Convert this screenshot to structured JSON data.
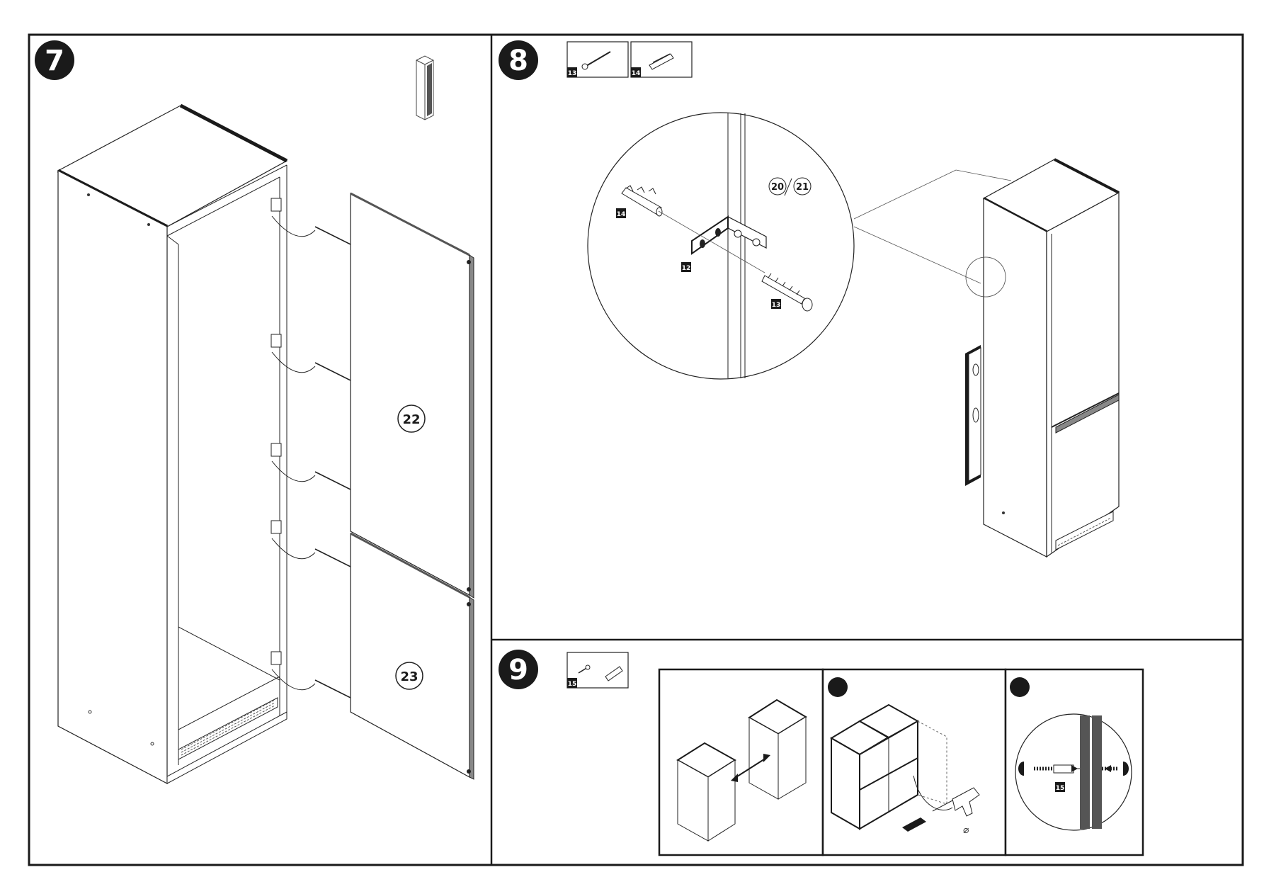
{
  "steps": [
    {
      "number": "7",
      "door_labels": [
        "22",
        "23"
      ]
    },
    {
      "number": "8",
      "parts": [
        "13",
        "14"
      ],
      "detail_labels": {
        "dowel": "14",
        "bracket": "12",
        "screw": "13",
        "panel_a": "20",
        "panel_b": "21"
      }
    },
    {
      "number": "9",
      "parts": [
        "15"
      ],
      "detail_label": "15"
    }
  ],
  "colors": {
    "ink": "#1a1a1a",
    "paper": "#ffffff",
    "grey": "#8a8a8a"
  },
  "icons": [
    "screw-icon",
    "wall-plug-icon",
    "dowel-icon",
    "drill-icon",
    "hinge-icon"
  ]
}
